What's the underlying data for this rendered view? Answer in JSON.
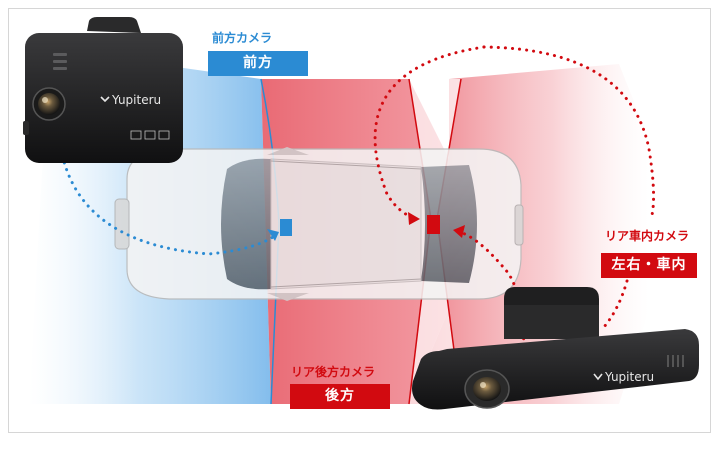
{
  "front_camera": {
    "caption": "前方カメラ",
    "badge": "前方",
    "brand": "Yupiteru",
    "color": "#2b8bd3"
  },
  "rear_camera": {
    "caption": "リア後方カメラ",
    "badge": "後方",
    "color": "#d20a10"
  },
  "cabin_camera": {
    "caption": "リア車内カメラ",
    "badge": "左右・車内",
    "brand": "Yupiteru",
    "color": "#d20a10"
  }
}
